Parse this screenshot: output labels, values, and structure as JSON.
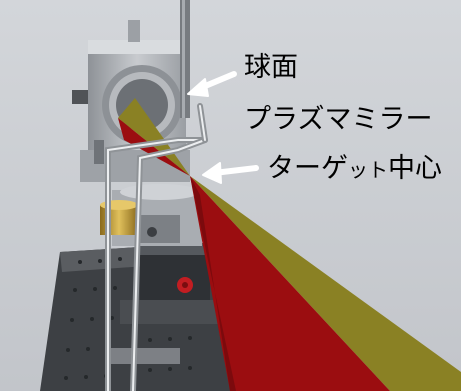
{
  "labels": {
    "sphere": "球面",
    "mirror": "プラズマミラー",
    "target_main": "ターゲ",
    "target_small": "ット",
    "target_end": "中心"
  },
  "icons": [
    "white-arrow-icon",
    "white-arrow-icon"
  ],
  "colors": {
    "background": "#c9ccd1",
    "beam_red": "#9b0d10",
    "beam_olive": "#8a8124",
    "metal": "#b9bcc0",
    "dark_metal": "#4b4e52",
    "brass": "#c6a13a"
  }
}
